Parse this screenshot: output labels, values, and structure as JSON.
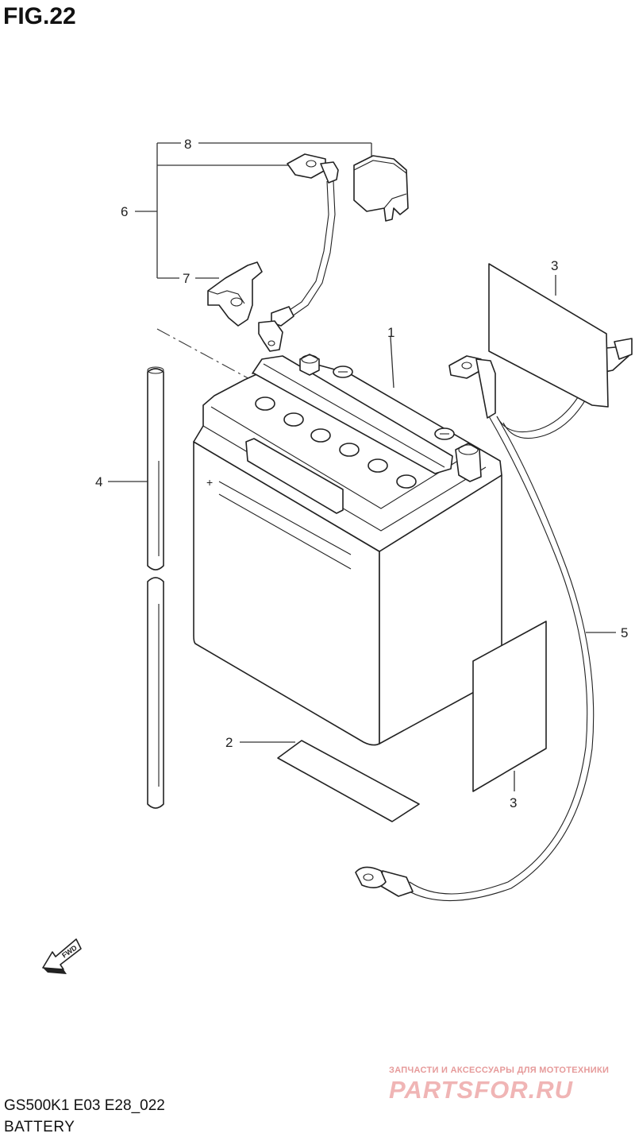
{
  "figure": {
    "title": "FIG.22",
    "model_code": "GS500K1  E03  E28_022",
    "section_name": "BATTERY"
  },
  "callouts": {
    "c1": "1",
    "c2": "2",
    "c3a": "3",
    "c3b": "3",
    "c4": "4",
    "c5": "5",
    "c6": "6",
    "c7": "7",
    "c8": "8"
  },
  "direction_badge": "FWD",
  "watermark": {
    "tagline": "ЗАПЧАСТИ И АКСЕССУАРЫ ДЛЯ МОТОТЕХНИКИ",
    "site": "PARTSFOR.RU"
  }
}
